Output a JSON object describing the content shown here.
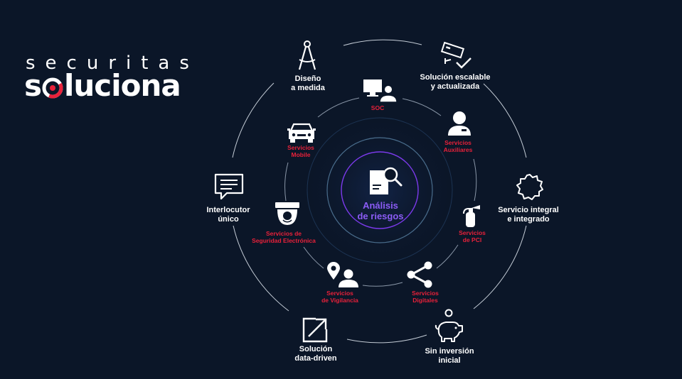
{
  "brand": {
    "top": "securitas",
    "bottom_before": "s",
    "bottom_after": "luciona",
    "accent": "#e8213a"
  },
  "colors": {
    "background": "#0b1628",
    "outer_text": "#ffffff",
    "inner_text": "#e8213a",
    "center_text": "#8b5cf6"
  },
  "center": {
    "line1": "Análisis",
    "line2": "de riesgos",
    "icon": "document-magnifier-icon"
  },
  "outer_items": [
    {
      "id": "diseno",
      "line1": "Diseño",
      "line2": "a medida",
      "icon": "compass-icon"
    },
    {
      "id": "escalable",
      "line1": "Solución escalable",
      "line2": "y actualizada",
      "icon": "camera-check-icon"
    },
    {
      "id": "integral",
      "line1": "Servicio integral",
      "line2": "e integrado",
      "icon": "gear-icon"
    },
    {
      "id": "inversion",
      "line1": "Sin inversión",
      "line2": "inicial",
      "icon": "piggy-bank-icon"
    },
    {
      "id": "datadriven",
      "line1": "Solución",
      "line2": "data-driven",
      "icon": "arrow-up-right-icon"
    },
    {
      "id": "interlocutor",
      "line1": "Interlocutor",
      "line2": "único",
      "icon": "chat-bubble-icon"
    }
  ],
  "inner_items": [
    {
      "id": "soc",
      "line1": "SOC",
      "line2": "",
      "icon": "monitor-user-icon"
    },
    {
      "id": "auxiliares",
      "line1": "Servicios",
      "line2": "Auxiliares",
      "icon": "guard-icon"
    },
    {
      "id": "pci",
      "line1": "Servicios",
      "line2": "de PCI",
      "icon": "fire-extinguisher-icon"
    },
    {
      "id": "digitales",
      "line1": "Servicios",
      "line2": "Digitales",
      "icon": "share-icon"
    },
    {
      "id": "vigilancia",
      "line1": "Servicios",
      "line2": "de Vigilancia",
      "icon": "location-user-icon"
    },
    {
      "id": "electronica",
      "line1": "Servicios de",
      "line2": "Seguridad Electrónica",
      "icon": "dome-camera-icon"
    },
    {
      "id": "mobile",
      "line1": "Servicios",
      "line2": "Mobile",
      "icon": "car-icon"
    }
  ]
}
